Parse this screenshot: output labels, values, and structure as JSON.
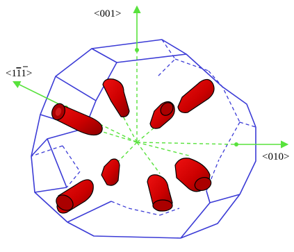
{
  "figure": {
    "axes": [
      {
        "id": "001",
        "label": "<001>"
      },
      {
        "id": "010",
        "label": "<010>"
      },
      {
        "id": "m111",
        "label_prefix": "<1",
        "label_overline": "1",
        "label_suffix": "1>"
      }
    ],
    "colors": {
      "polyhedron_edge": "#3b3bd6",
      "axis_line": "#58e23c",
      "rod_fill": "#cc0000",
      "rod_dark": "#7a0000",
      "rod_outline": "#000000",
      "background": "#ffffff"
    },
    "shape": "truncated-octahedron",
    "rod_count": 8
  }
}
